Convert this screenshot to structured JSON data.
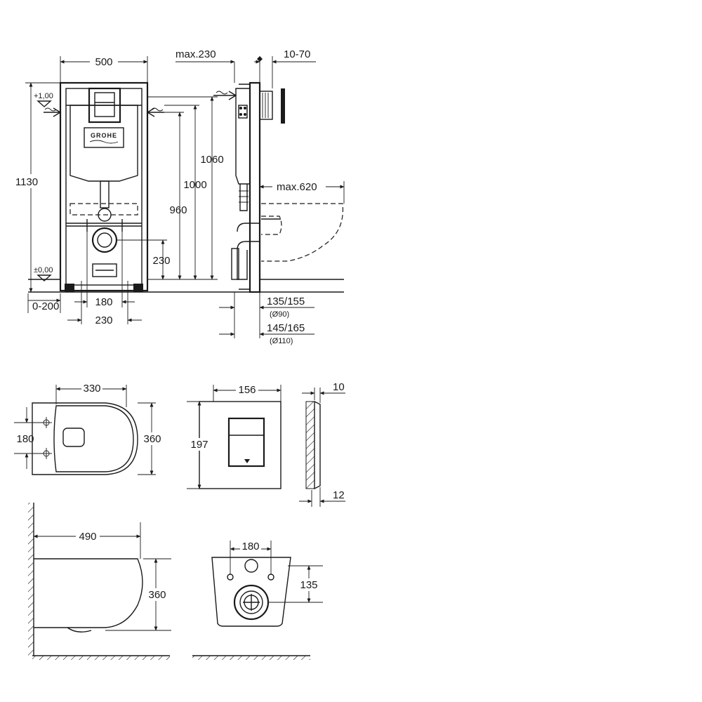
{
  "frame_front": {
    "brand": "GROHE",
    "width": "500",
    "height_total": "1130",
    "level_top": "+1,00",
    "level_floor": "±0,00",
    "h_1060": "1060",
    "h_1000": "1000",
    "h_960": "960",
    "h_230": "230",
    "offset_0_200": "0-200",
    "w_180": "180",
    "w_230": "230"
  },
  "frame_side": {
    "max_230": "max.230",
    "range_10_70": "10-70",
    "max_620": "max.620",
    "d_135_155": "135/155",
    "d_90": "(Ø90)",
    "d_145_165": "145/165",
    "d_110": "(Ø110)"
  },
  "bowl_top": {
    "w_330": "330",
    "w_180": "180",
    "h_360": "360"
  },
  "flush_plate": {
    "w_156": "156",
    "h_197": "197",
    "t_10": "10",
    "t_12": "12"
  },
  "bowl_side": {
    "l_490": "490",
    "h_360": "360"
  },
  "bowl_rear": {
    "w_180": "180",
    "h_135": "135"
  }
}
